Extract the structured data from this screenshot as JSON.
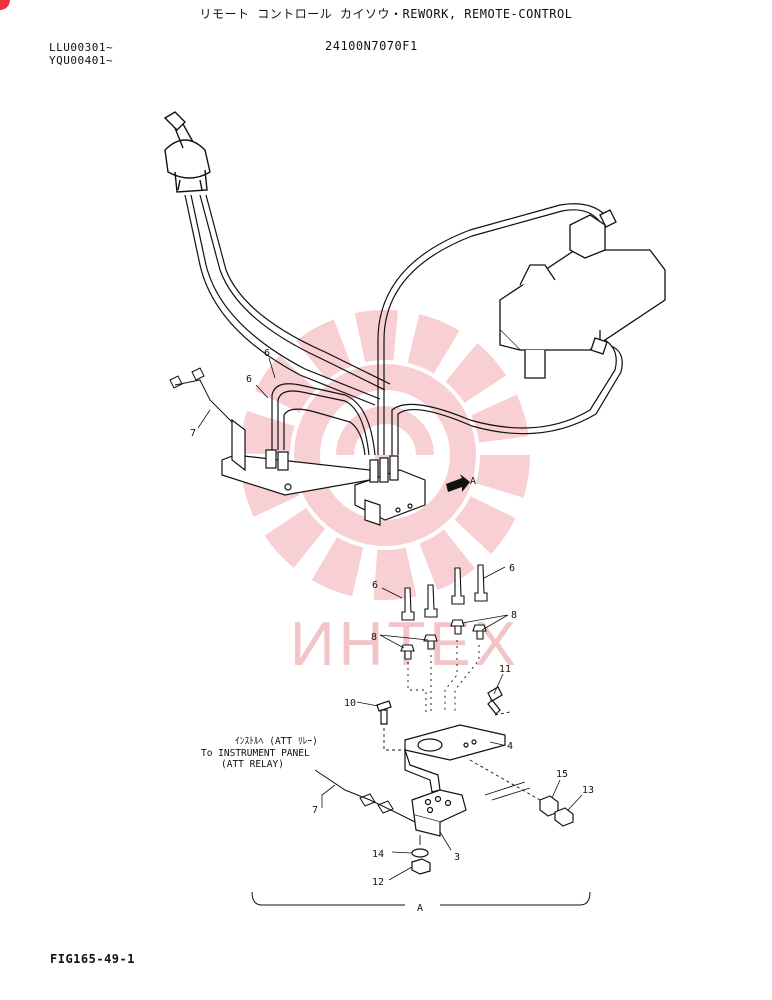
{
  "header": {
    "title": "リモート コントロール カイソウ・REWORK, REMOTE-CONTROL",
    "serial_1": "LLU00301~",
    "serial_2": "YQU00401~",
    "part_number": "24100N7070F1"
  },
  "callouts": {
    "p6": "6",
    "p7": "7",
    "p8": "8",
    "p10": "10",
    "p11": "11",
    "p4": "4",
    "p3": "3",
    "p12": "12",
    "p13": "13",
    "p14": "14",
    "p15": "15",
    "view_a": "A"
  },
  "note": {
    "line1": "ｲﾝｽﾄﾙﾍ (ATT ﾘﾚｰ)",
    "line2": "To INSTRUMENT PANEL",
    "line3": "(ATT RELAY)"
  },
  "watermark": {
    "text": "ИНТЕХ",
    "color": "#f2b8bc"
  },
  "footer": {
    "figure": "FIG165-49-1"
  }
}
